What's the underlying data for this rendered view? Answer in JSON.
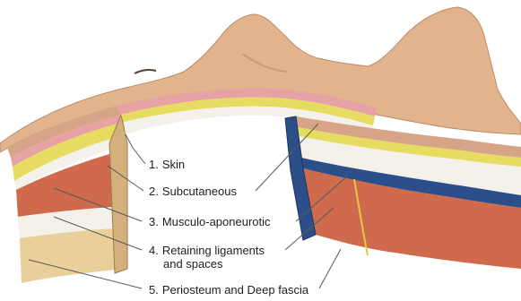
{
  "figure": {
    "labels": [
      {
        "number": "1.",
        "text": "Skin"
      },
      {
        "number": "2.",
        "text": "Subcutaneous"
      },
      {
        "number": "3.",
        "text": "Musculo-aponeurotic"
      },
      {
        "number": "4.",
        "text": "Retaining ligaments",
        "text2": "and spaces"
      },
      {
        "number": "5.",
        "text": "Periosteum and Deep fascia"
      }
    ]
  },
  "colors": {
    "skin": "#e2b48e",
    "skin_dark": "#c98f6c",
    "dermis_pink": "#e7a3a3",
    "fat_yellow": "#e6dc62",
    "fascia_white": "#f3f1ea",
    "muscle_red": "#cf6a4c",
    "muscle_dark": "#a8452e",
    "deep_blue": "#2c4f8a",
    "bone_tan": "#e9cf9a",
    "leader_line": "#5a5a5a"
  }
}
